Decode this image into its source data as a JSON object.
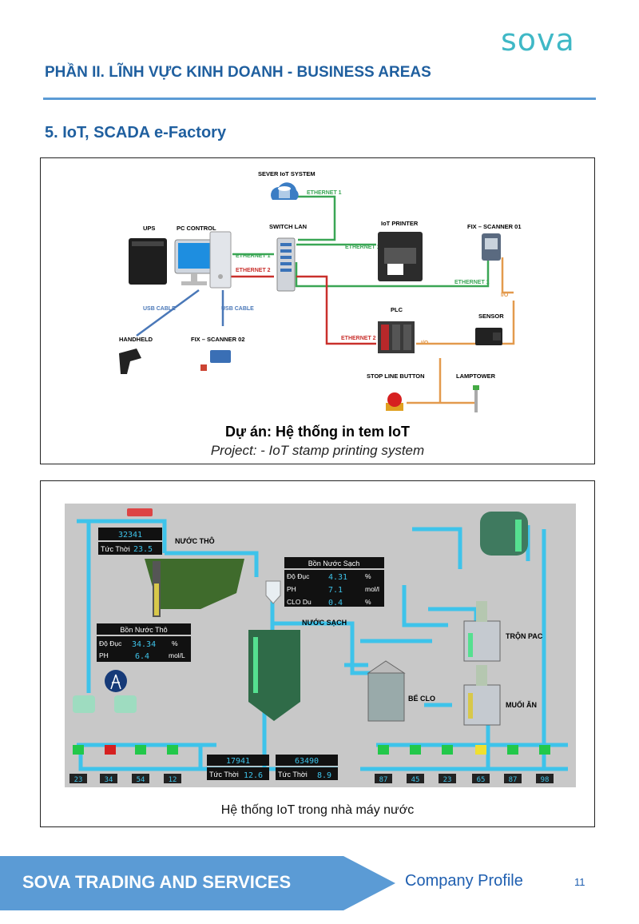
{
  "header": {
    "logo_text": "SOVA",
    "section_title": "PHẦN II. LĨNH VỰC KINH DOANH  -  BUSINESS AREAS",
    "subsection_title": "5. IoT, SCADA e-Factory"
  },
  "figure1": {
    "labels": {
      "server": "SEVER IoT SYSTEM",
      "ups": "UPS",
      "pc": "PC CONTROL",
      "switch": "SWITCH LAN",
      "printer": "IoT PRINTER",
      "scanner1": "FIX – SCANNER 01",
      "sensor": "SENSOR",
      "plc": "PLC",
      "handheld": "HANDHELD",
      "scanner2": "FIX – SCANNER 02",
      "stop_button": "STOP LINE BUTTON",
      "lamptower": "LAMPTOWER"
    },
    "links": {
      "ethernet1": "ETHERNET 1",
      "ethernet2": "ETHERNET 2",
      "usb": "USB CABLE",
      "io": "I/O"
    },
    "caption_vi": "Dự án: Hệ thống in tem IoT",
    "caption_en": "Project: - IoT stamp printing system"
  },
  "figure2": {
    "caption": "Hệ thống IoT trong nhà máy nước",
    "raw_counter": "32341",
    "raw_flow_label": "Tức Thời",
    "raw_flow_value": "23.5",
    "raw_water_label": "NƯỚC THÔ",
    "clean_water_label": "NƯỚC SẠCH",
    "clean_tank": {
      "title": "Bồn Nước Sạch",
      "rows": [
        {
          "name": "Độ Đục",
          "value": "4.31",
          "unit": "%"
        },
        {
          "name": "PH",
          "value": "7.1",
          "unit": "mol/l"
        },
        {
          "name": "CLO Du",
          "value": "0.4",
          "unit": "%"
        }
      ]
    },
    "raw_tank": {
      "title": "Bồn Nước Thô",
      "rows": [
        {
          "name": "Độ Đục",
          "value": "34.34",
          "unit": "%"
        },
        {
          "name": "PH",
          "value": "6.4",
          "unit": "mol/L"
        }
      ]
    },
    "mix_label": "TRỘN PAC",
    "salt_label": "MUỐI ĂN",
    "clo_label": "BỂ CLO",
    "meter_left_counter": "17941",
    "meter_left_label": "Tức Thời",
    "meter_left_value": "12.6",
    "meter_right_counter": "63490",
    "meter_right_label": "Tức Thời",
    "meter_right_value": "8.9",
    "pump_readings_left": [
      "23",
      "34",
      "54",
      "12"
    ],
    "pump_readings_right": [
      "87",
      "45",
      "23",
      "65",
      "87",
      "98"
    ]
  },
  "footer": {
    "company": "SOVA TRADING AND SERVICES",
    "profile": "Company Profile",
    "page": "11"
  },
  "colors": {
    "brand_teal": "#3fb8c6",
    "heading_blue": "#1f5f9f",
    "footer_blue": "#5b9bd5",
    "ethernet1_green": "#3aa655",
    "ethernet2_red": "#c9302c",
    "usb_blue": "#4a78b8",
    "io_orange": "#e39a4d",
    "scada_pipe": "#3ec3ea"
  }
}
